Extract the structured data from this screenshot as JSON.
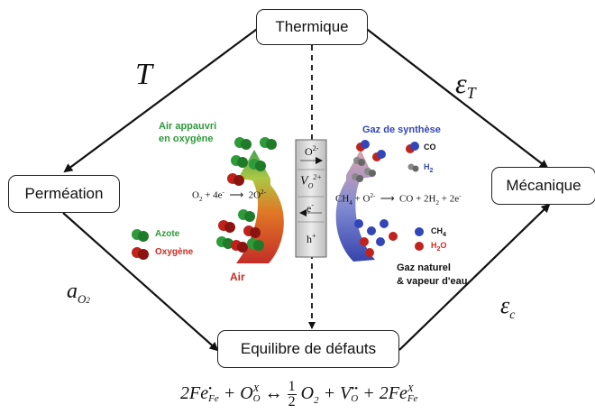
{
  "nodes": {
    "thermique": "Thermique",
    "permeation": "Perméation",
    "mecanique": "Mécanique",
    "equilibre": "Equilibre de défauts"
  },
  "edge_labels": {
    "T": "T",
    "epsilon_T": "εT",
    "a_O2_a": "a",
    "a_O2_sub": "O2",
    "epsilon_c_a": "ε",
    "epsilon_c_sub": "c"
  },
  "illustration": {
    "air_appauvri": [
      "Air appauvri",
      "en oxygène"
    ],
    "gaz_synthese": "Gaz de synthèse",
    "co": "CO",
    "h2": "H2",
    "air": "Air",
    "azote": "Azote",
    "oxygene": "Oxygène",
    "ch4": "CH4",
    "h2o": "H2O",
    "gaz_naturel": [
      "Gaz naturel",
      "& vapeur d'eau"
    ],
    "reaction_left": "O2 + 4e⁻ → 2O²⁻",
    "reaction_right": "CH4 + O²⁻ → CO + 2H2 + 2e⁻",
    "membrane_species": [
      "O²⁻",
      "VO²⁺",
      "e⁻",
      "h⁺"
    ]
  },
  "equation": "2Fe•Fe + OXO ↔ ½ O2 + VO•• + 2FeXFe",
  "colors": {
    "air_green": "#2e9a3a",
    "air_red": "#cc2a1f",
    "syngas_blue": "#3346b8",
    "membrane_gray": "#d8d8d8"
  }
}
